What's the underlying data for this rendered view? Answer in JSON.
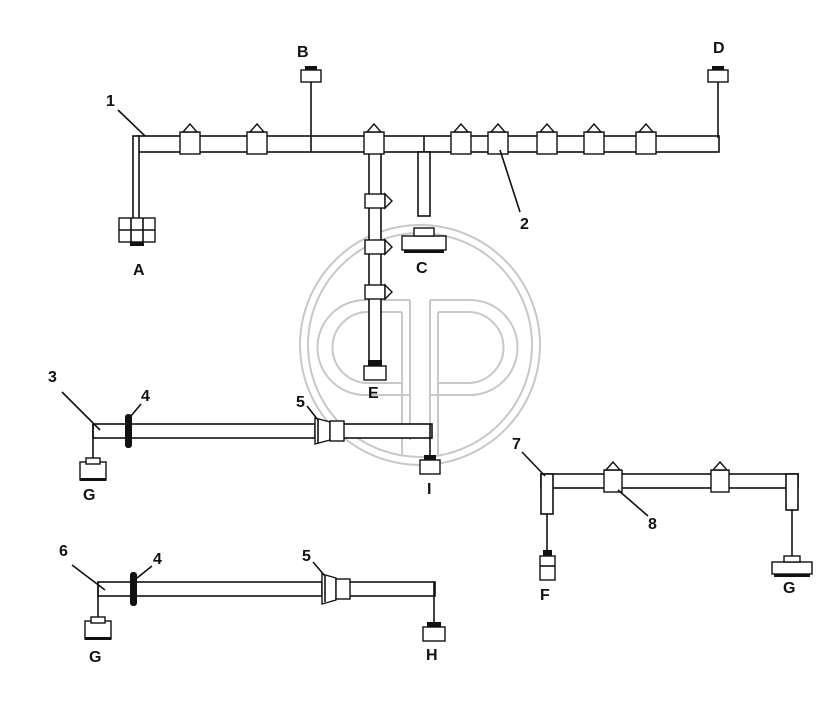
{
  "diagram": {
    "connector_labels": {
      "A": "A",
      "B": "B",
      "C": "C",
      "D": "D",
      "E": "E",
      "F": "F",
      "G1": "G",
      "G2": "G",
      "G3": "G",
      "H": "H",
      "I": "I"
    },
    "callouts": {
      "c1": "1",
      "c2": "2",
      "c3": "3",
      "c4a": "4",
      "c4b": "4",
      "c5a": "5",
      "c5b": "5",
      "c6": "6",
      "c7": "7",
      "c8": "8"
    },
    "watermark": "logo-watermark"
  }
}
